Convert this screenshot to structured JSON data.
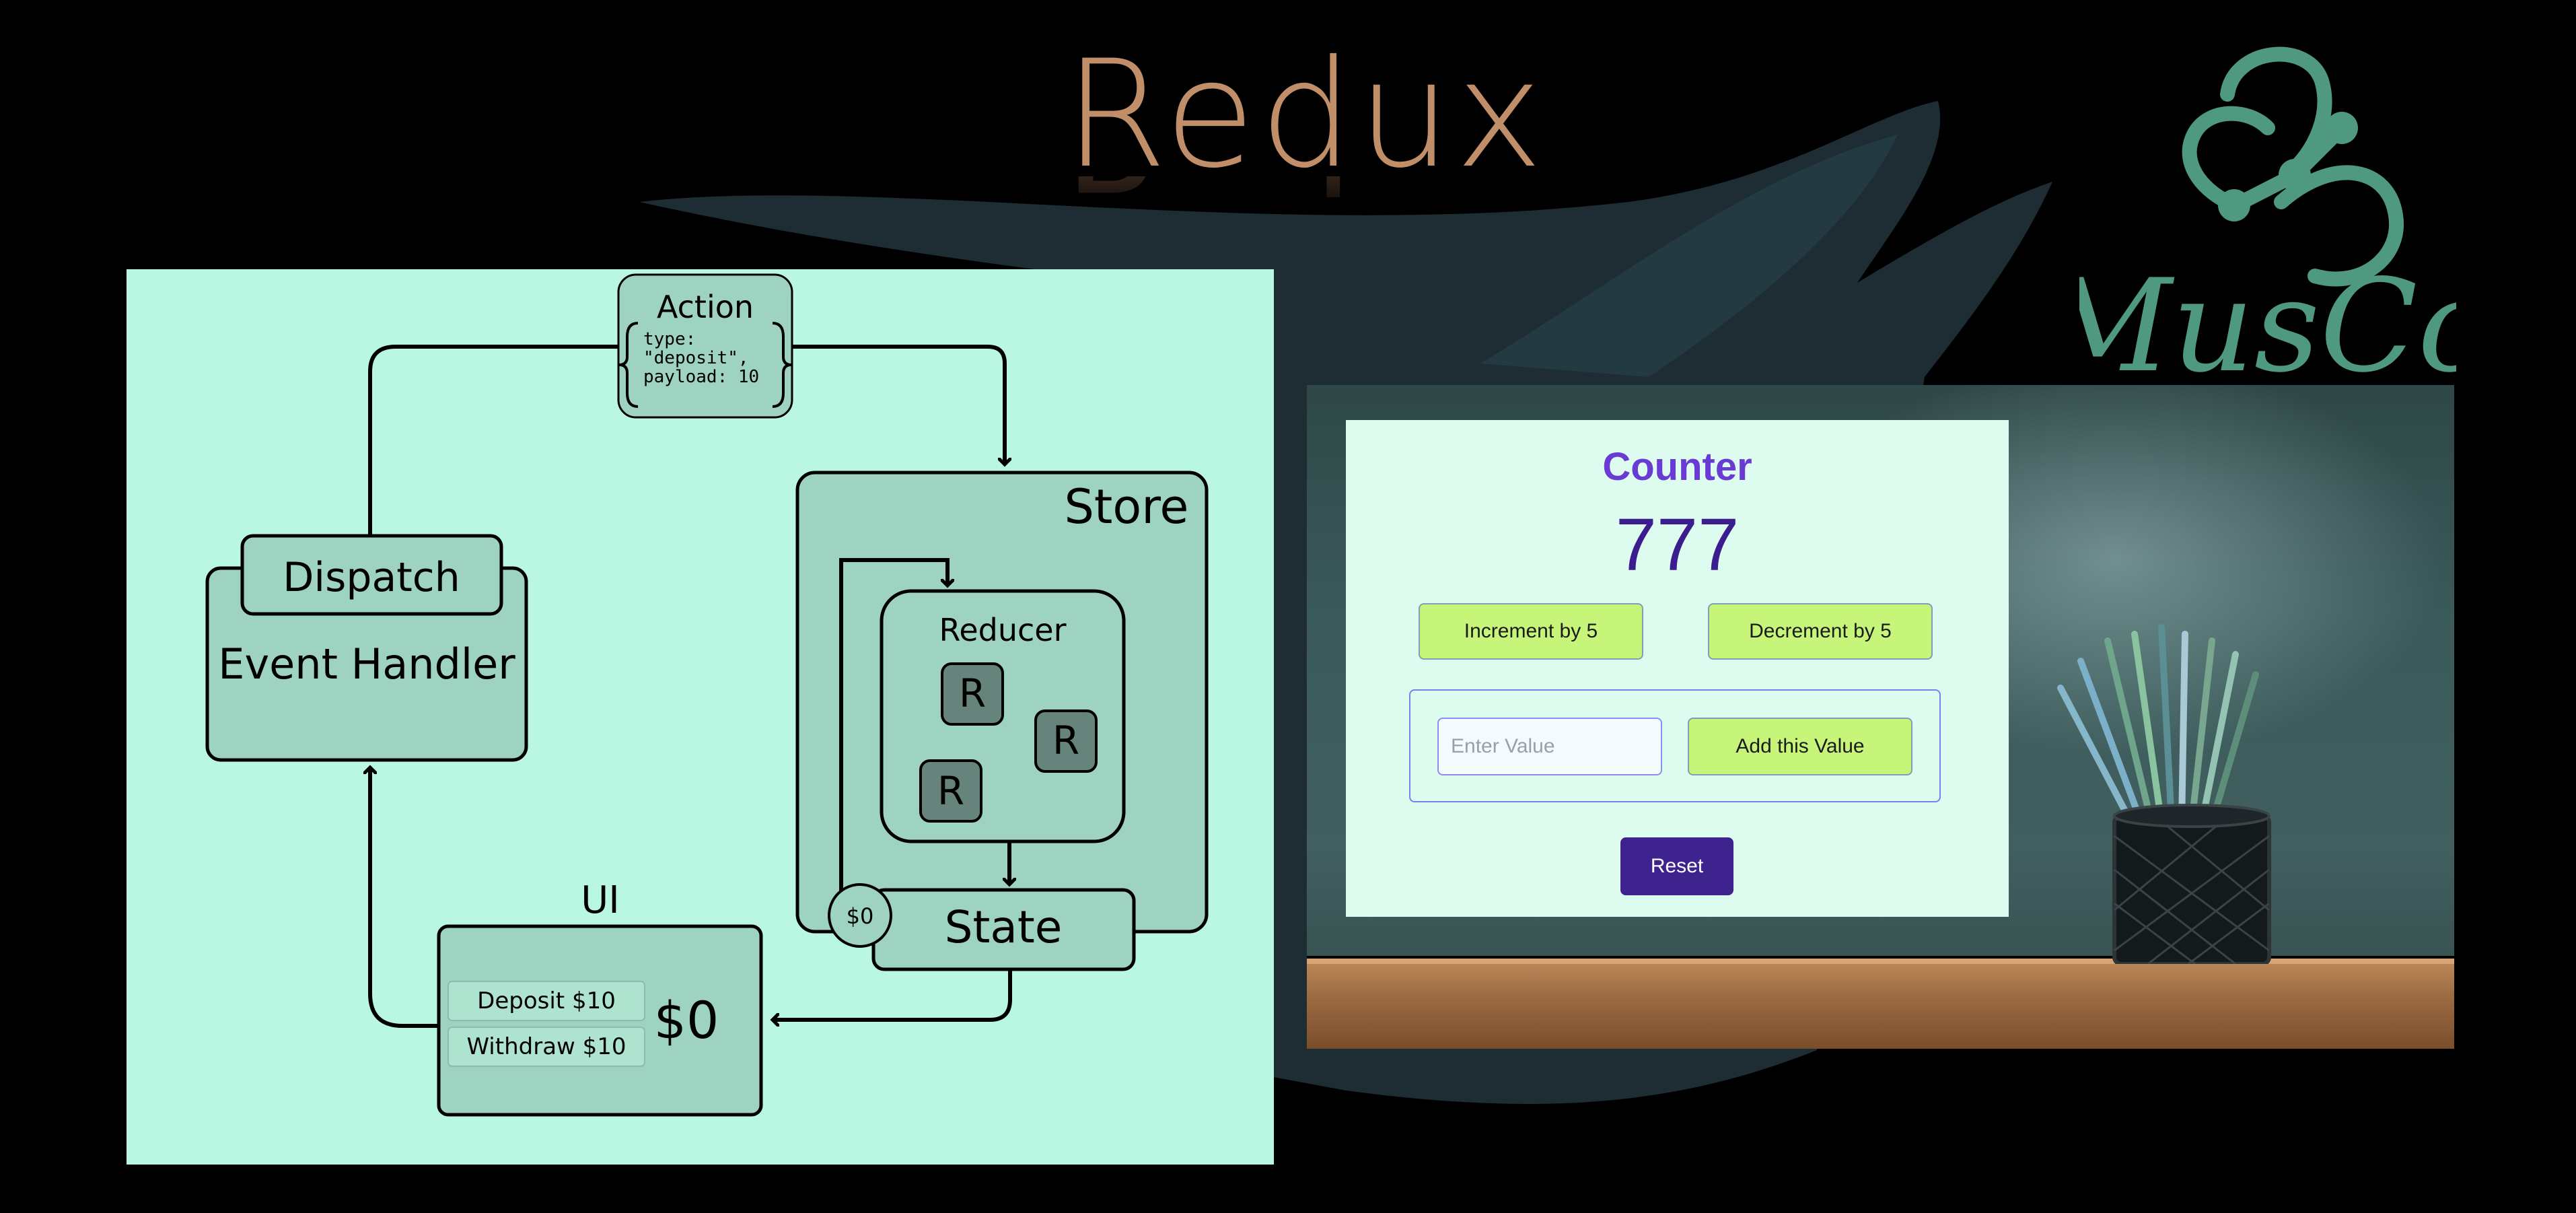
{
  "heading": {
    "title": "Redux"
  },
  "logo": {
    "name": "redux-logo",
    "text": "MusCo",
    "color": "#4f9981"
  },
  "diagram": {
    "background": "#baf7e2",
    "action": {
      "title": "Action",
      "line1": "type:",
      "line2": "\"deposit\",",
      "line3": "payload: 10"
    },
    "store": {
      "label": "Store"
    },
    "reducer": {
      "label": "Reducer",
      "blocks": [
        "R",
        "R",
        "R"
      ]
    },
    "state": {
      "label": "State",
      "badge": "$0"
    },
    "dispatch": {
      "label": "Dispatch"
    },
    "event_handler": {
      "label": "Event Handler"
    },
    "ui": {
      "label": "UI",
      "deposit": "Deposit $10",
      "withdraw": "Withdraw $10",
      "balance": "$0"
    }
  },
  "counter_app": {
    "title": "Counter",
    "value": "777",
    "increment_label": "Increment by 5",
    "decrement_label": "Decrement by 5",
    "input_placeholder": "Enter Value",
    "input_value": "",
    "add_label": "Add this Value",
    "reset_label": "Reset",
    "colors": {
      "title": "#6a3bd3",
      "value": "#3c1d8f",
      "button": "#c6f57a",
      "reset": "#3e238f"
    }
  }
}
